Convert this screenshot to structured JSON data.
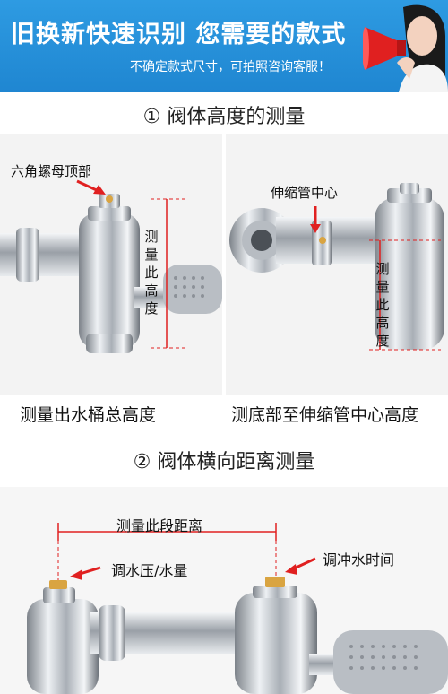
{
  "banner": {
    "title": "旧换新快速识别 您需要的款式",
    "subtitle": "不确定款式尺寸，可拍照咨询客服！"
  },
  "section1": {
    "heading": "① 阀体高度的测量",
    "left_panel": {
      "top_label": "六角螺母顶部",
      "vertical_label": "测量此高度",
      "caption": "测量出水桶总高度"
    },
    "right_panel": {
      "top_label": "伸缩管中心",
      "vertical_label": "测量此高度",
      "caption": "测底部至伸缩管中心高度"
    }
  },
  "section2": {
    "heading": "② 阀体横向距离测量",
    "distance_label": "测量此段距离",
    "left_note": "调水压/水量",
    "right_note": "调冲水时间"
  },
  "colors": {
    "banner": "#1f86d1",
    "arrow": "#e02020",
    "chrome": "#c8ccd1"
  }
}
